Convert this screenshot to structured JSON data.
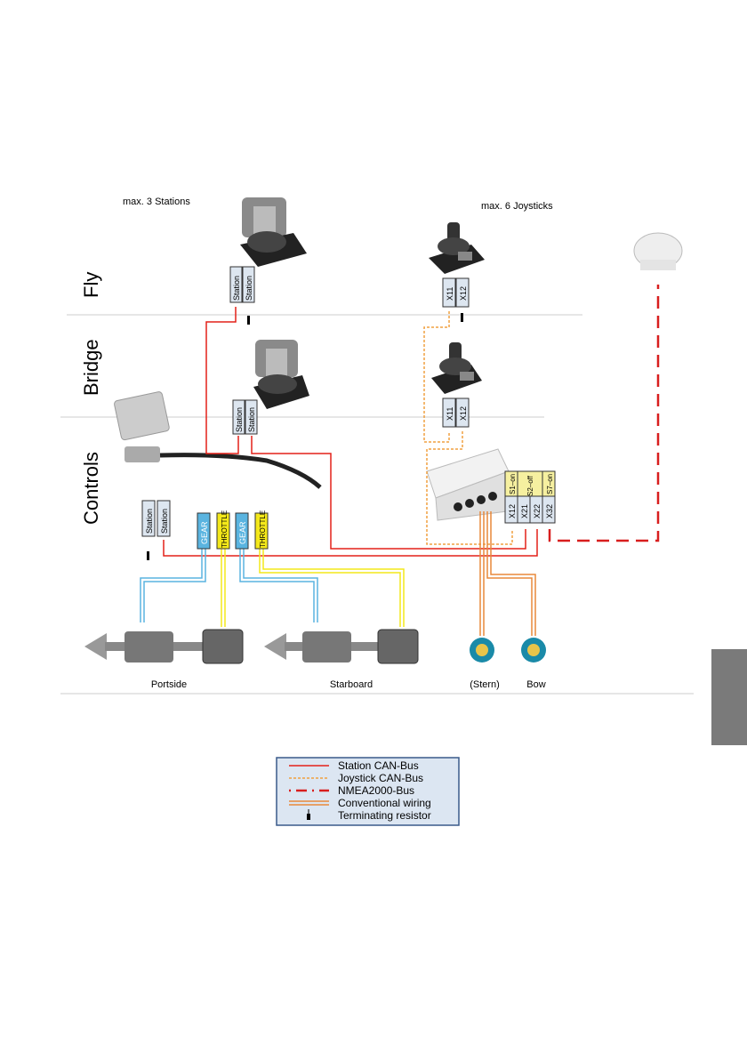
{
  "diagram": {
    "notes": {
      "stations": "max. 3 Stations",
      "joysticks": "max. 6 Joysticks"
    },
    "sections": [
      "Fly",
      "Bridge",
      "Controls"
    ],
    "connectors": {
      "station": "Station",
      "x11": "X11",
      "x12": "X12",
      "x21": "X21",
      "x22": "X22",
      "x32": "X32",
      "gear": "GEAR",
      "throttle": "THROTTLE",
      "s1": "S1–on",
      "s2": "S2–off",
      "s7": "S7–on"
    },
    "labels": {
      "portside": "Portside",
      "starboard": "Starboard",
      "stern": "(Stern)",
      "bow": "Bow"
    },
    "legend": [
      {
        "label": "Station CAN-Bus",
        "style": "solid",
        "color": "#e32119"
      },
      {
        "label": "Joystick CAN-Bus",
        "style": "dotted",
        "color": "#f0a040"
      },
      {
        "label": "NMEA2000-Bus",
        "style": "dash-dot",
        "color": "#d81e1e"
      },
      {
        "label": "Conventional wiring",
        "style": "double",
        "color": "#e8883a"
      },
      {
        "label": "Terminating resistor",
        "style": "resistor",
        "color": "#000000"
      }
    ],
    "colors": {
      "gear": "#5ab4e0",
      "throttle": "#f4e81a",
      "connector_box": "#dde6f0",
      "legend_bg": "#dce6f2",
      "legend_border": "#3a5a8a",
      "tab": "#7a7a7a"
    }
  }
}
